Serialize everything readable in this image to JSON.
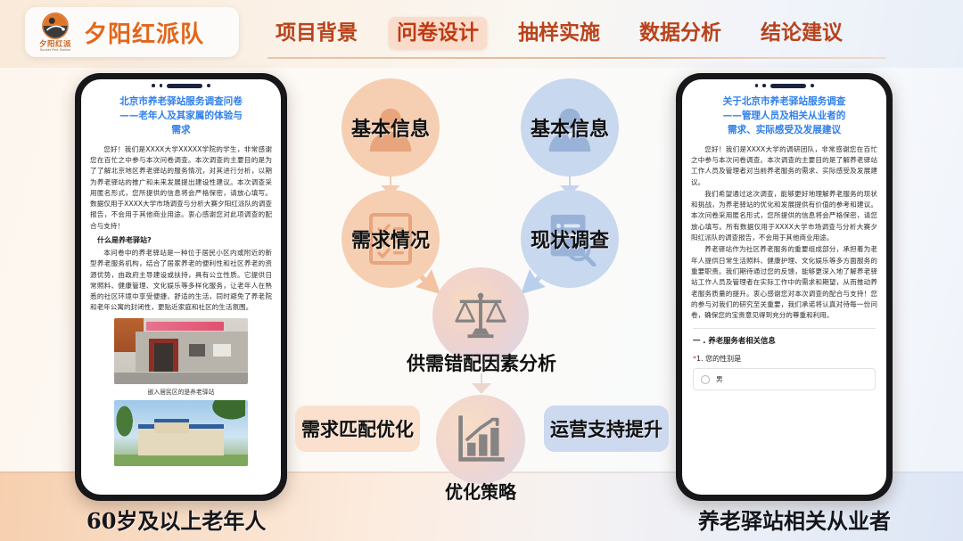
{
  "header": {
    "logo": {
      "name": "夕阳红派",
      "name_en": "Sunset Red Station",
      "brand_title": "夕阳红派队"
    },
    "nav": [
      {
        "label": "项目背景",
        "active": false
      },
      {
        "label": "问卷设计",
        "active": true
      },
      {
        "label": "抽样实施",
        "active": false
      },
      {
        "label": "数据分析",
        "active": false
      },
      {
        "label": "结论建议",
        "active": false
      }
    ]
  },
  "left_phone": {
    "caption": "60岁及以上老年人",
    "title_line1": "北京市养老驿站服务调查问卷",
    "title_line2": "——老年人及其家属的体验与",
    "title_line3": "需求",
    "intro": "您好！我们是XXXX大学XXXXX学院的学生，非常感谢您在百忙之中参与本次问卷调查。本次调查的主要目的是为了了解北京地区养老驿站的服务情况，对其进行分析，以期为养老驿站的推广和未来发展提出建设性建议。本次调查采用匿名形式，您所提供的信息将会严格保密，请放心填写。数据仅用于XXXX大学市场调查与分析大赛夕阳红派队的调查报告，不会用于其他商业用途。衷心感谢您对此项调查的配合与支持！",
    "sub_heading": "什么是养老驿站?",
    "body": "本问卷中的养老驿站是一种位于居民小区内或附近的新型养老服务机构，结合了居家养老的便利性和社区养老的资源优势，由政府主导建设或扶持，具有公立性质。它提供日常照料、健康管理、文化娱乐等多样化服务，让老年人在熟悉的社区环境中享受便捷、舒适的生活，同时避免了养老院和老年公寓的封闭性，更贴近家庭和社区的生活氛围。",
    "photo1_caption": "嵌入居民区的是养老驿站"
  },
  "right_phone": {
    "caption": "养老驿站相关从业者",
    "title_line1": "关于北京市养老驿站服务调查",
    "title_line2": "——管理人员及相关从业者的",
    "title_line3": "需求、实际感受及发展建议",
    "para1": "您好！我们是XXXX大学的调研团队，非常感谢您在百忙之中参与本次问卷调查。本次调查的主要目的是了解养老驿站工作人员及管理者对当前养老服务的需求、实际感受及发展建议。",
    "para2": "我们希望通过这次调查，能够更好地理解养老服务的现状和挑战，为养老驿站的优化和发展提供有价值的参考和建议。本次问卷采用匿名形式，您所提供的信息将会严格保密，请您放心填写。所有数据仅用于XXXX大学市场调查与分析大赛夕阳红派队的调查报告，不会用于其他商业用途。",
    "para3": "养老驿站作为社区养老服务的重要组成部分，承担着为老年人提供日常生活照料、健康护理、文化娱乐等多方面服务的重要职责。我们期待通过您的反馈，能够更深入地了解养老驿站工作人员及管理者在实际工作中的需求和期望，从而推动养老服务质量的提升。衷心感谢您对本次调查的配合与支持！您的参与对我们的研究至关重要，我们承诺将认真对待每一份问卷，确保您的宝贵意见得到充分的尊重和利用。",
    "section_title": "一 . 养老服务者相关信息",
    "question1": "1. 您的性别是",
    "question1_required": "*",
    "option1": "男"
  },
  "diagram": {
    "nodes": [
      {
        "id": "basic-info-left",
        "label": "基本信息",
        "icon": "person-icon",
        "color": "#f6cfb2"
      },
      {
        "id": "demand-status",
        "label": "需求情况",
        "icon": "checklist-icon",
        "color": "#f6cfb2"
      },
      {
        "id": "basic-info-right",
        "label": "基本信息",
        "icon": "person-icon",
        "color": "#c8d8ee"
      },
      {
        "id": "current-survey",
        "label": "现状调查",
        "icon": "document-search-icon",
        "color": "#c8d8ee"
      }
    ],
    "center_node": {
      "label": "供需错配因素分析",
      "icon": "balance-scale-icon"
    },
    "strategy_node": {
      "label": "优化策略",
      "icon": "bar-chart-growth-icon"
    },
    "pills": [
      {
        "id": "demand-match",
        "label": "需求匹配优化",
        "color": "#fae0cd"
      },
      {
        "id": "ops-support",
        "label": "运营支持提升",
        "color": "#ccd9ef"
      }
    ]
  },
  "colors": {
    "brand_orange": "#e2661b",
    "nav_red": "#b8431c",
    "nav_active_bg": "#fadccb",
    "title_blue": "#2f7fe8",
    "orange_node": "#f6cfb2",
    "blue_node": "#c8d8ee"
  }
}
